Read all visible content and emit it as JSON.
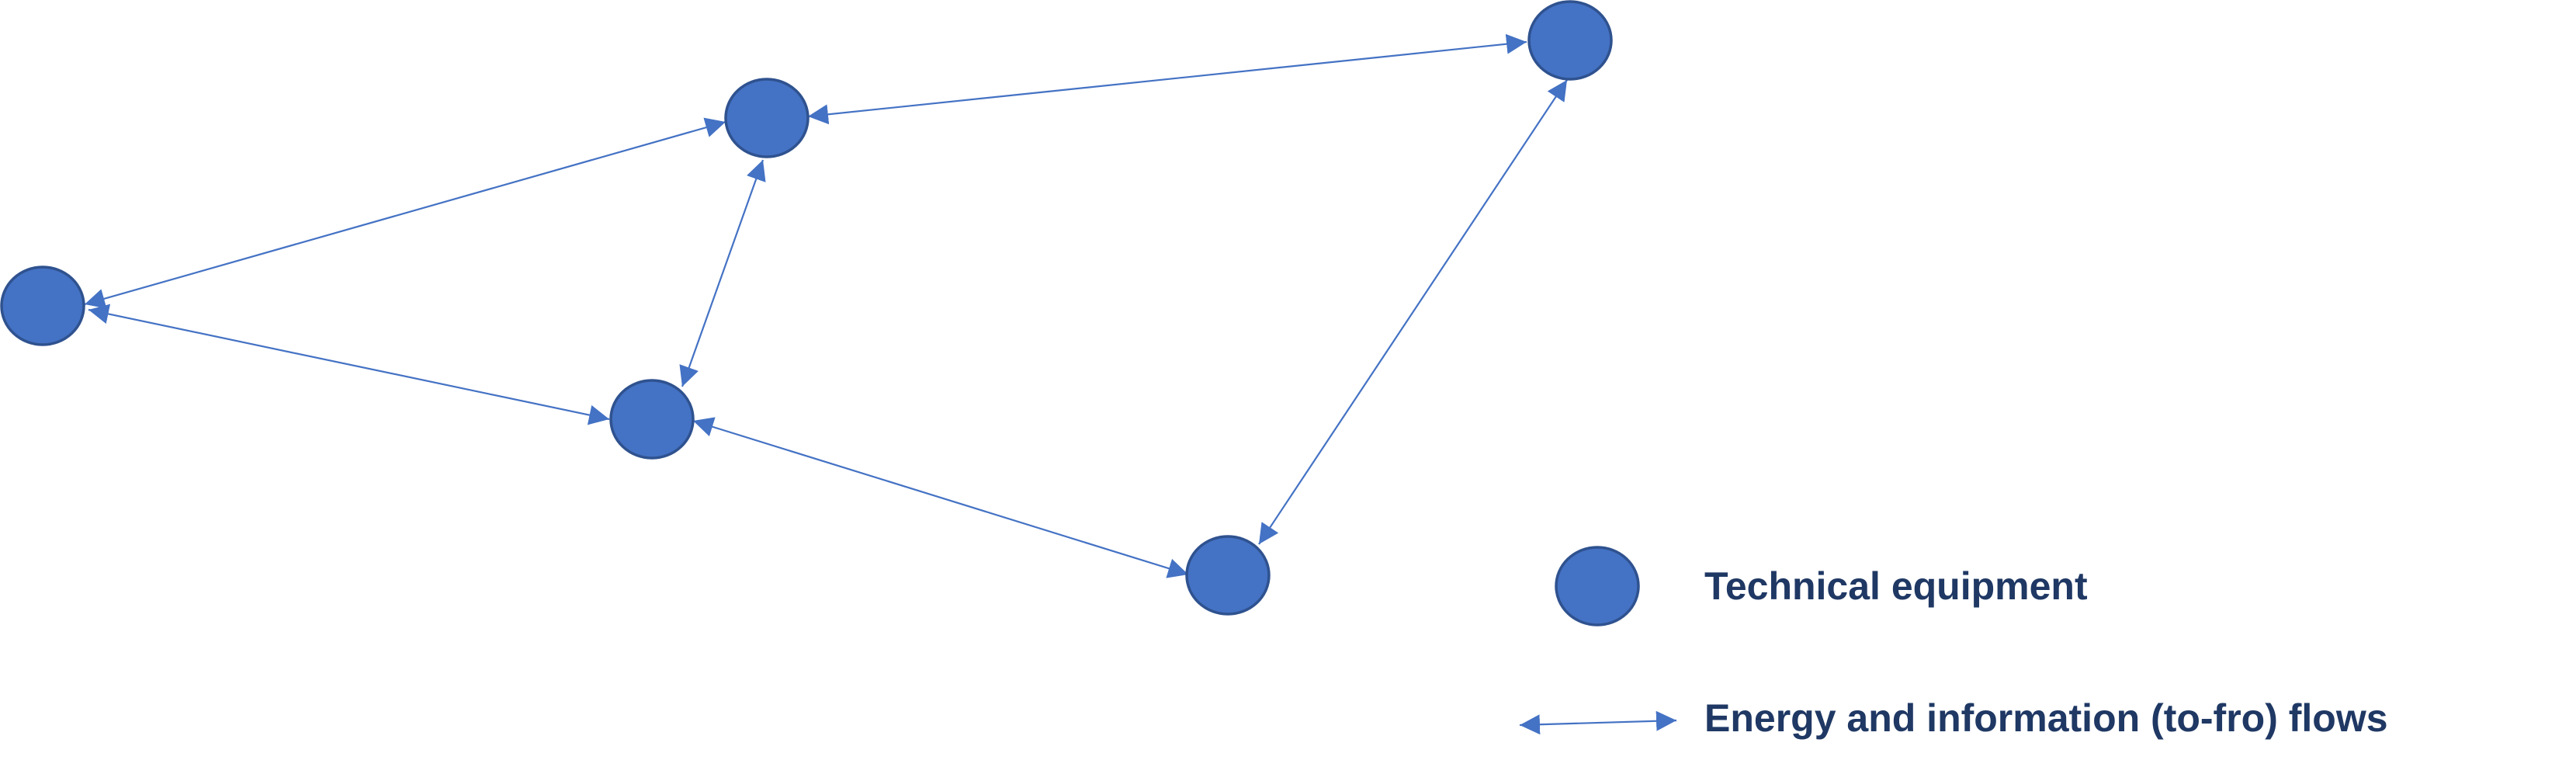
{
  "legend": {
    "equipment_label": "Technical equipment",
    "flows_label": "Energy and information (to-fro) flows"
  },
  "colors": {
    "node_fill": "#4472C4",
    "node_stroke": "#2F528F",
    "flow_line": "#4472C4",
    "legend_text": "#1F3864"
  },
  "diagram": {
    "node_count": 5,
    "edges": [
      [
        "top-center",
        "top-right"
      ],
      [
        "top-center",
        "left"
      ],
      [
        "top-center",
        "middle"
      ],
      [
        "left",
        "middle"
      ],
      [
        "middle",
        "bottom-center"
      ],
      [
        "top-right",
        "bottom-center"
      ]
    ]
  }
}
